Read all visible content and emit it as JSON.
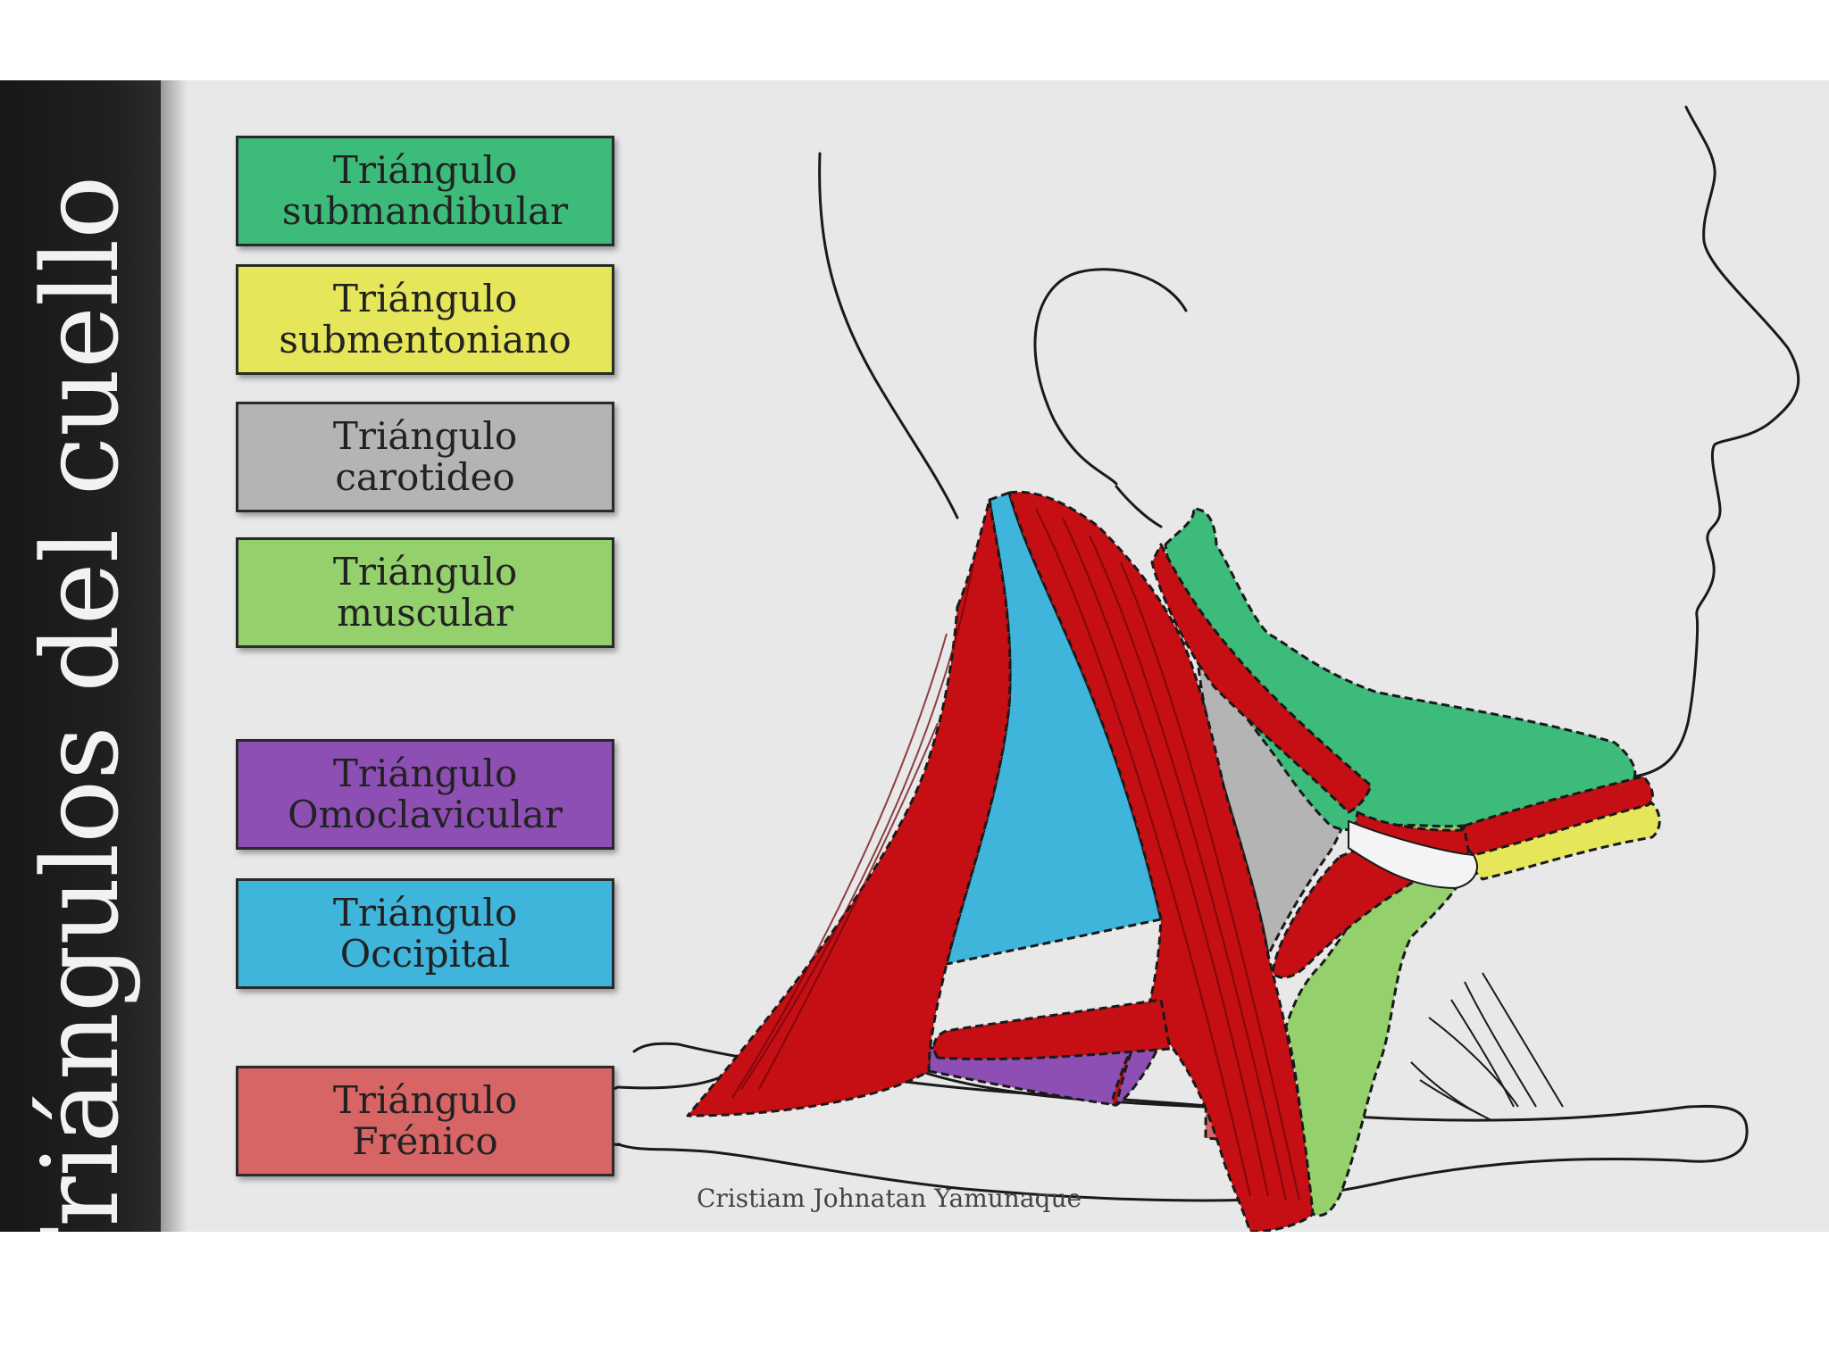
{
  "title": "Triángulos del cuello",
  "legend": [
    {
      "line1": "Triángulo",
      "line2": "submandibular",
      "color": "#3dbb7a"
    },
    {
      "line1": "Triángulo",
      "line2": "submentoniano",
      "color": "#e5e65a"
    },
    {
      "line1": "Triángulo",
      "line2": "carotideo",
      "color": "#b4b4b4"
    },
    {
      "line1": "Triángulo",
      "line2": "muscular",
      "color": "#94d06c"
    },
    {
      "line1": "Triángulo",
      "line2": "Omoclavicular",
      "color": "#8e4fb4"
    },
    {
      "line1": "Triángulo",
      "line2": "Occipital",
      "color": "#3fb5dc"
    },
    {
      "line1": "Triángulo",
      "line2": "Frénico",
      "color": "#d86565"
    }
  ],
  "credit": "Cristiam Johnatan Yamunaque",
  "colors": {
    "muscle": "#c50f14",
    "sidebar": "#1c1c1c",
    "slide_background": "#e8e8e8"
  }
}
